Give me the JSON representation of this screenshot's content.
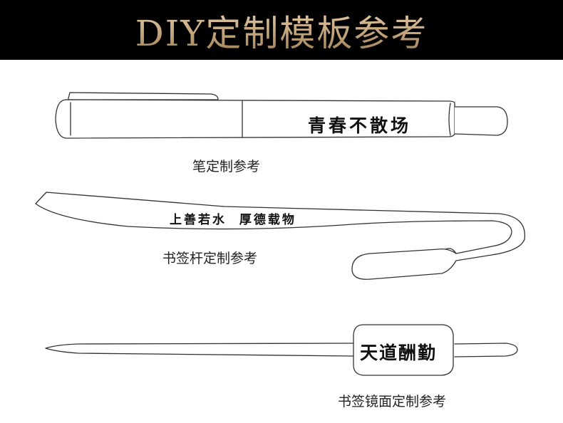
{
  "header": {
    "title": "DIY定制模板参考"
  },
  "pen": {
    "engraving": "青春不散场",
    "caption": "笔定制参考"
  },
  "bookmark_rod": {
    "engraving": "上善若水  厚德载物",
    "caption": "书签杆定制参考"
  },
  "bookmark_mirror": {
    "engraving": "天道酬勤",
    "caption": "书签镜面定制参考"
  },
  "colors": {
    "banner_bg": "#000000",
    "title_gold": "#c9ad86",
    "line": "#333333"
  }
}
